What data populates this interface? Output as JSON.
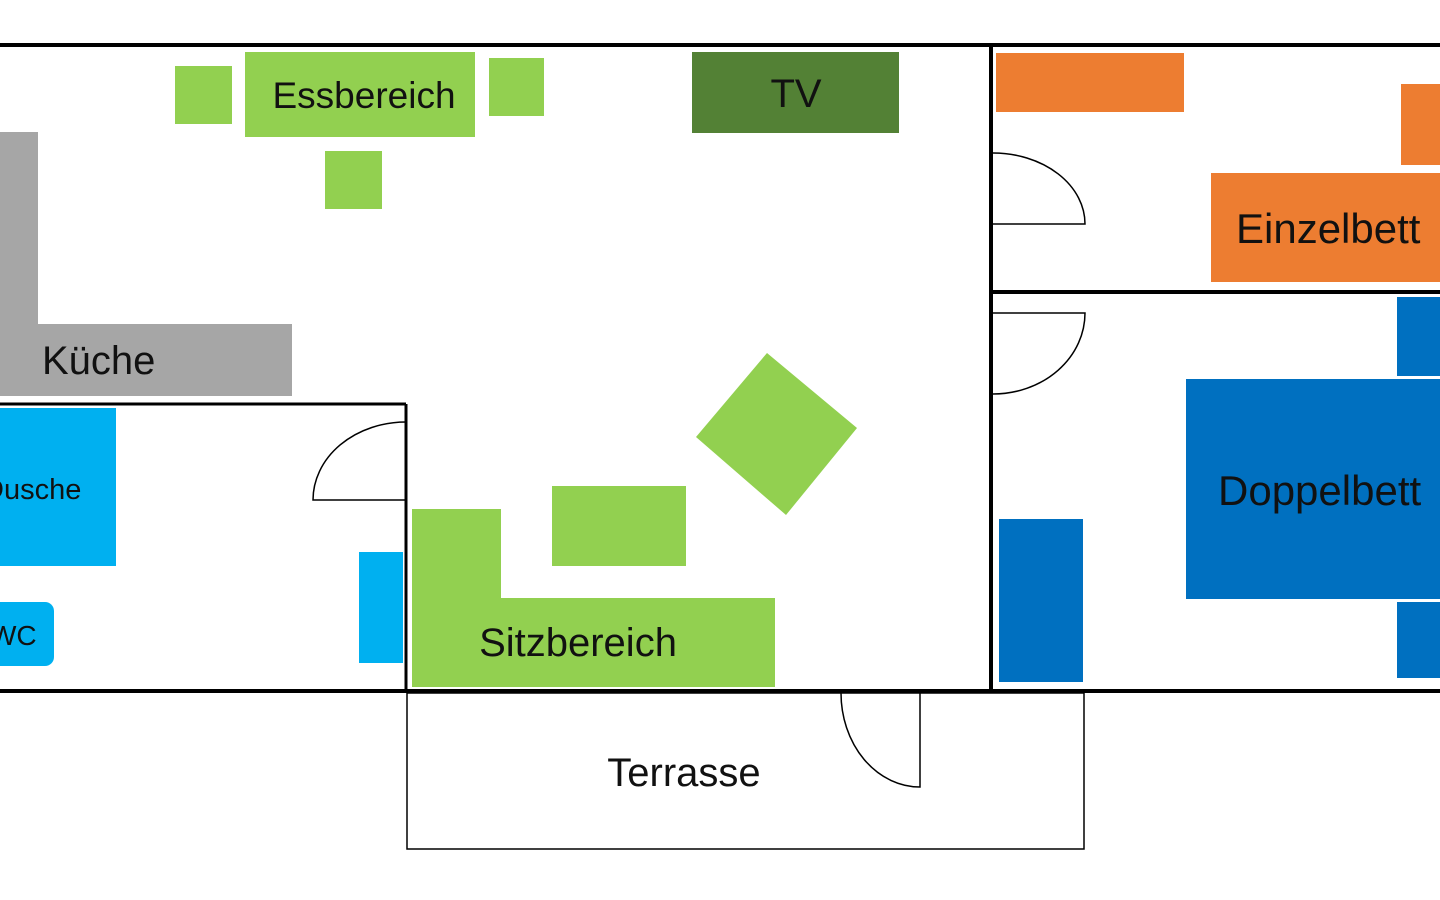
{
  "colors": {
    "kitchen": "#a6a6a6",
    "dining_living": "#92d050",
    "tv": "#538135",
    "bathroom": "#00b0f0",
    "single_bedroom": "#ed7d31",
    "double_bedroom": "#0070c0",
    "wall": "#000000"
  },
  "labels": {
    "dining": "Essbereich",
    "tv": "TV",
    "kitchen": "Küche",
    "shower": "Dusche",
    "wc": "WC",
    "seating": "Sitzbereich",
    "single_bed": "Einzelbett",
    "double_bed": "Doppelbett",
    "terrace": "Terrasse"
  }
}
